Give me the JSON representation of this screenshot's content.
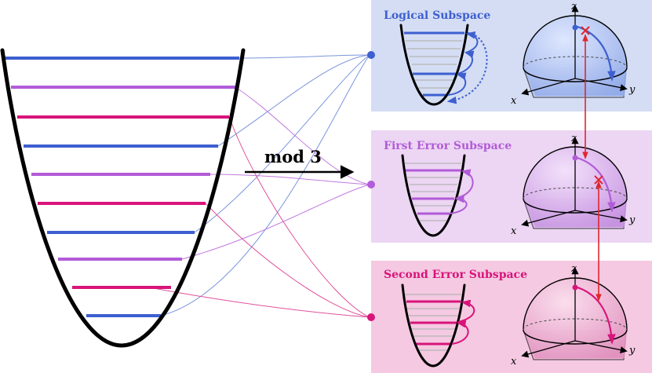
{
  "colors": {
    "logical": "#3d5fd0",
    "first_error": "#b25bd8",
    "second_error": "#d8147a",
    "error_arrow": "#e0262e",
    "logical_bg": "#d4ddf4",
    "first_error_bg": "#ecd6f3",
    "second_error_bg": "#f5c9e2"
  },
  "arrow_label": "mod 3",
  "panels": [
    {
      "id": "logical",
      "title": "Logical Subspace"
    },
    {
      "id": "first-error",
      "title": "First Error Subspace"
    },
    {
      "id": "second-error",
      "title": "Second Error Subspace"
    }
  ],
  "axes": {
    "z": "z",
    "x": "x",
    "y": "y"
  }
}
